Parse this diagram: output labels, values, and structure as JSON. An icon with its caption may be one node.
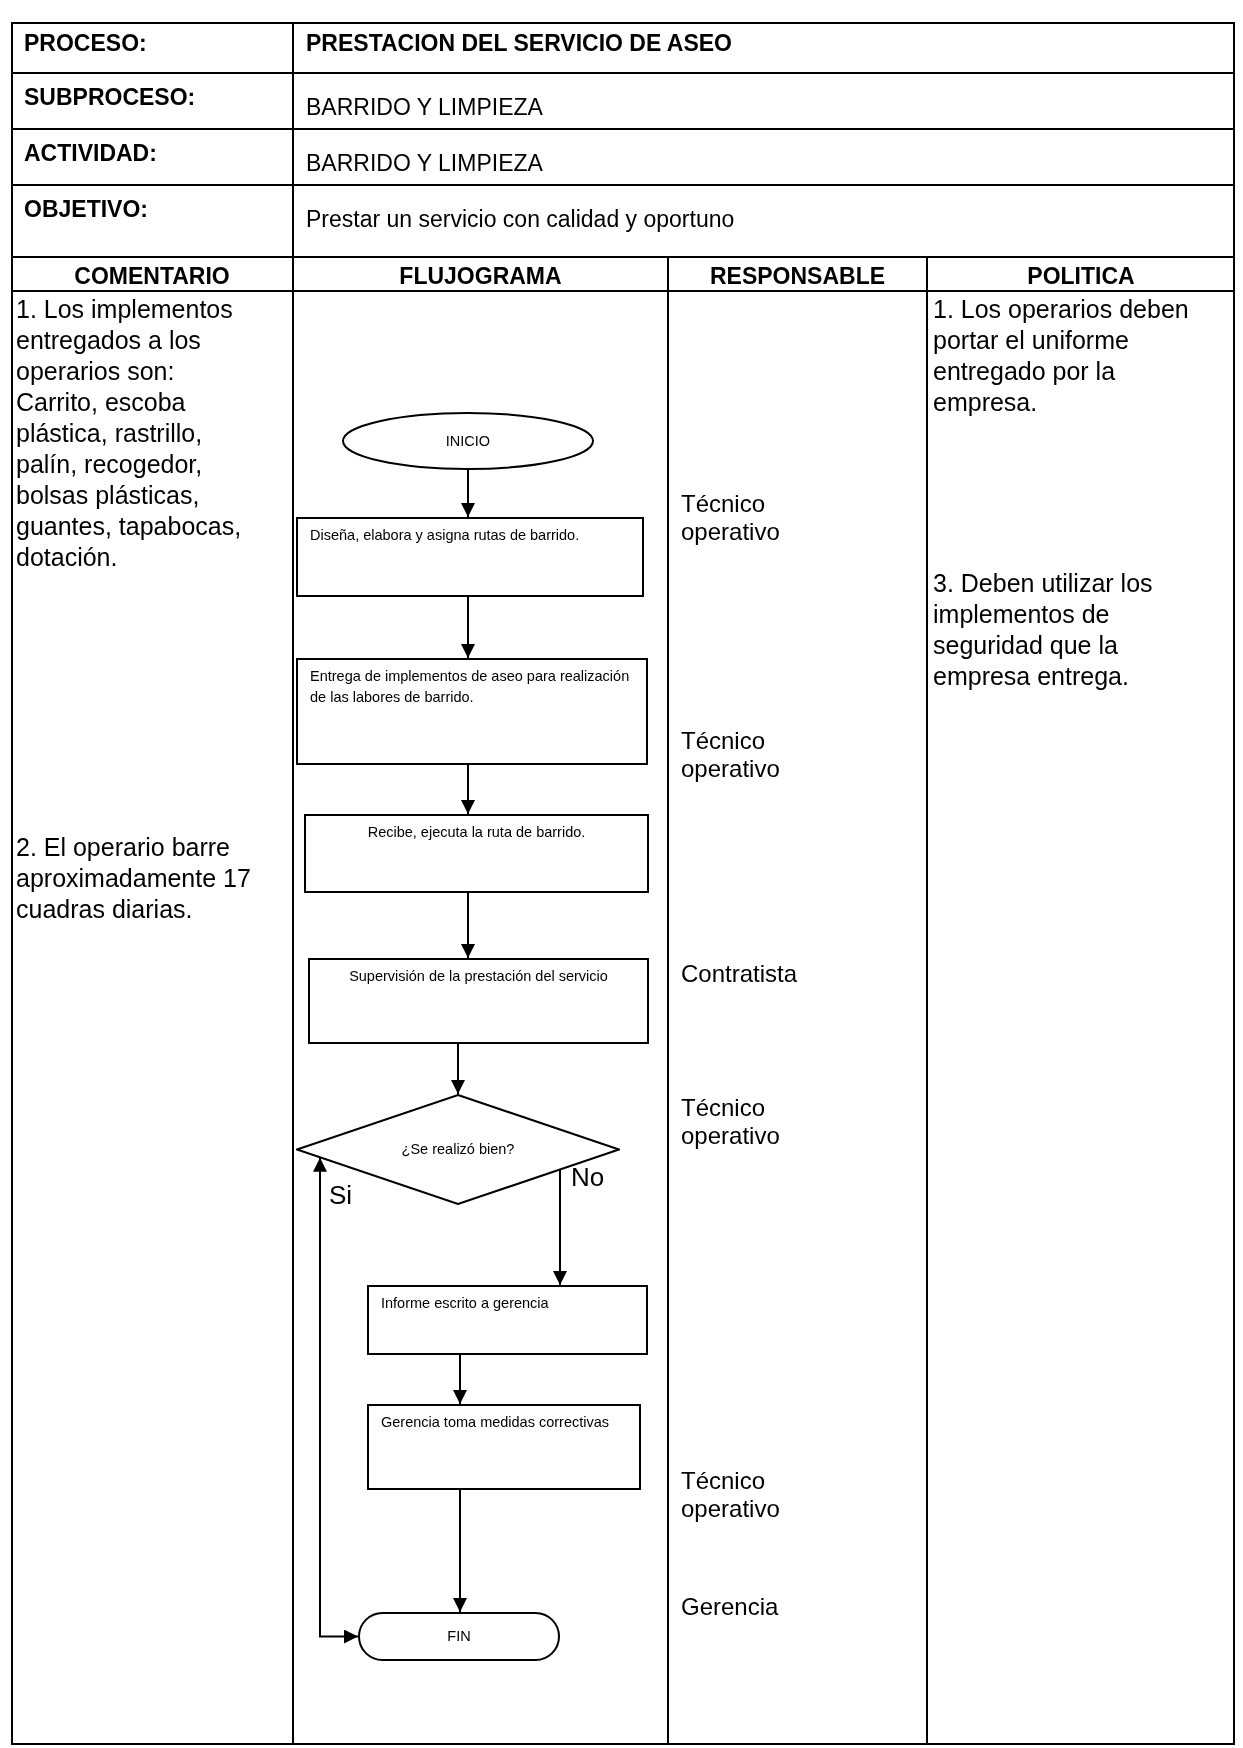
{
  "diagram": {
    "nodes": [
      {
        "text": [
          "INICIO"
        ]
      },
      {
        "text": [
          "Diseña, elabora y asigna rutas de barrido."
        ]
      },
      {
        "text": [
          "Entrega de implementos de aseo para realización de las labores de barrido."
        ]
      },
      {
        "text": [
          "Recibe, ejecuta la ruta de barrido."
        ]
      },
      {
        "text": [
          "Supervisión de la prestación del servicio"
        ]
      },
      {
        "text": [
          "¿Se realizó bien?"
        ]
      },
      {
        "text": [
          "Informe escrito a gerencia"
        ]
      },
      {
        "text": [
          "Gerencia toma medidas correctivas"
        ]
      },
      {
        "text": [
          "FIN"
        ]
      }
    ],
    "edges": [
      {
        "from": 0,
        "to": 1,
        "arrow": "to"
      },
      {
        "from": 1,
        "to": 2,
        "arrow": "to"
      },
      {
        "from": 2,
        "to": 3,
        "arrow": "to"
      },
      {
        "from": 3,
        "to": 4,
        "arrow": "to"
      },
      {
        "from": 4,
        "to": 5,
        "arrow": "to"
      },
      {
        "from": 5,
        "to": 6,
        "arrow": "to",
        "label": "No"
      },
      {
        "from": 6,
        "to": 7,
        "arrow": "to"
      },
      {
        "from": 7,
        "to": 8,
        "arrow": "to"
      },
      {
        "from": 5,
        "to": 8,
        "arrow": "both",
        "label": "Si"
      }
    ],
    "labels": [
      "PROCESO:",
      "PRESTACION DEL SERVICIO DE ASEO",
      "SUBPROCESO:",
      "BARRIDO Y LIMPIEZA",
      "ACTIVIDAD:",
      "BARRIDO Y LIMPIEZA",
      "OBJETIVO:",
      "Prestar un servicio con calidad y oportuno",
      "COMENTARIO",
      "FLUJOGRAMA",
      "RESPONSABLE",
      "POLITICA",
      "1. Los implementos entregados a los operarios son: Carrito, escoba plástica, rastrillo, palín, recogedor, bolsas plásticas, guantes, tapabocas, dotación.",
      "1. Los operarios deben portar el uniforme entregado por la empresa.",
      "Técnico operativo",
      "3. Deben utilizar los implementos de seguridad que la empresa entrega.",
      "Técnico operativo",
      "2. El operario barre aproximadamente 17 cuadras diarias.",
      "Contratista",
      "Técnico operativo",
      "Técnico operativo",
      "Gerencia"
    ]
  }
}
